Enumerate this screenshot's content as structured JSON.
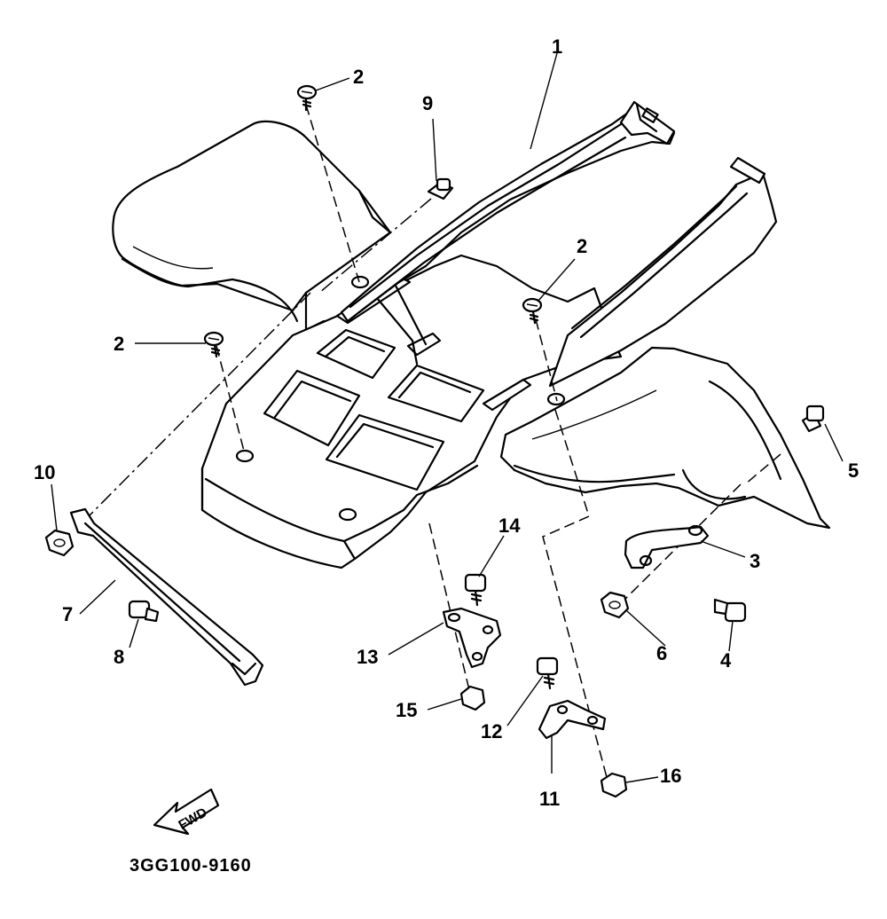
{
  "diagram": {
    "part_callouts": {
      "c1": "1",
      "c2a": "2",
      "c2b": "2",
      "c2c": "2",
      "c3": "3",
      "c4": "4",
      "c5": "5",
      "c6": "6",
      "c7": "7",
      "c8": "8",
      "c9": "9",
      "c10": "10",
      "c11": "11",
      "c12": "12",
      "c13": "13",
      "c14": "14",
      "c15": "15",
      "c16": "16"
    },
    "direction_label": "FWD",
    "figure_code": "3GG100-9160"
  }
}
